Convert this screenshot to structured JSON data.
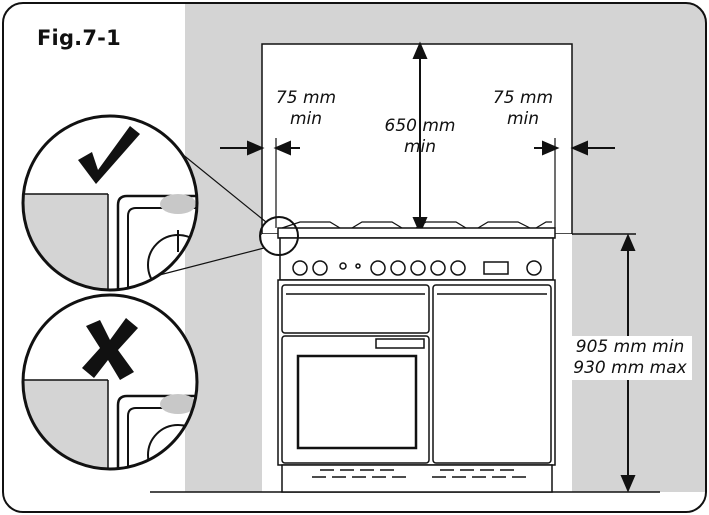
{
  "figure": {
    "title": "Fig.7-1"
  },
  "dimensions": {
    "left_gap": {
      "value": "75 mm",
      "qualifier": "min"
    },
    "back_gap": {
      "value": "650 mm",
      "qualifier": "min"
    },
    "right_gap": {
      "value": "75 mm",
      "qualifier": "min"
    },
    "height": {
      "min": "905 mm min",
      "max": "930 mm max"
    }
  },
  "indicators": [
    {
      "name": "correct",
      "symbol": "check"
    },
    {
      "name": "incorrect",
      "symbol": "cross"
    }
  ],
  "colors": {
    "wall": "#d4d4d4",
    "background": "#ffffff",
    "line": "#111111"
  }
}
